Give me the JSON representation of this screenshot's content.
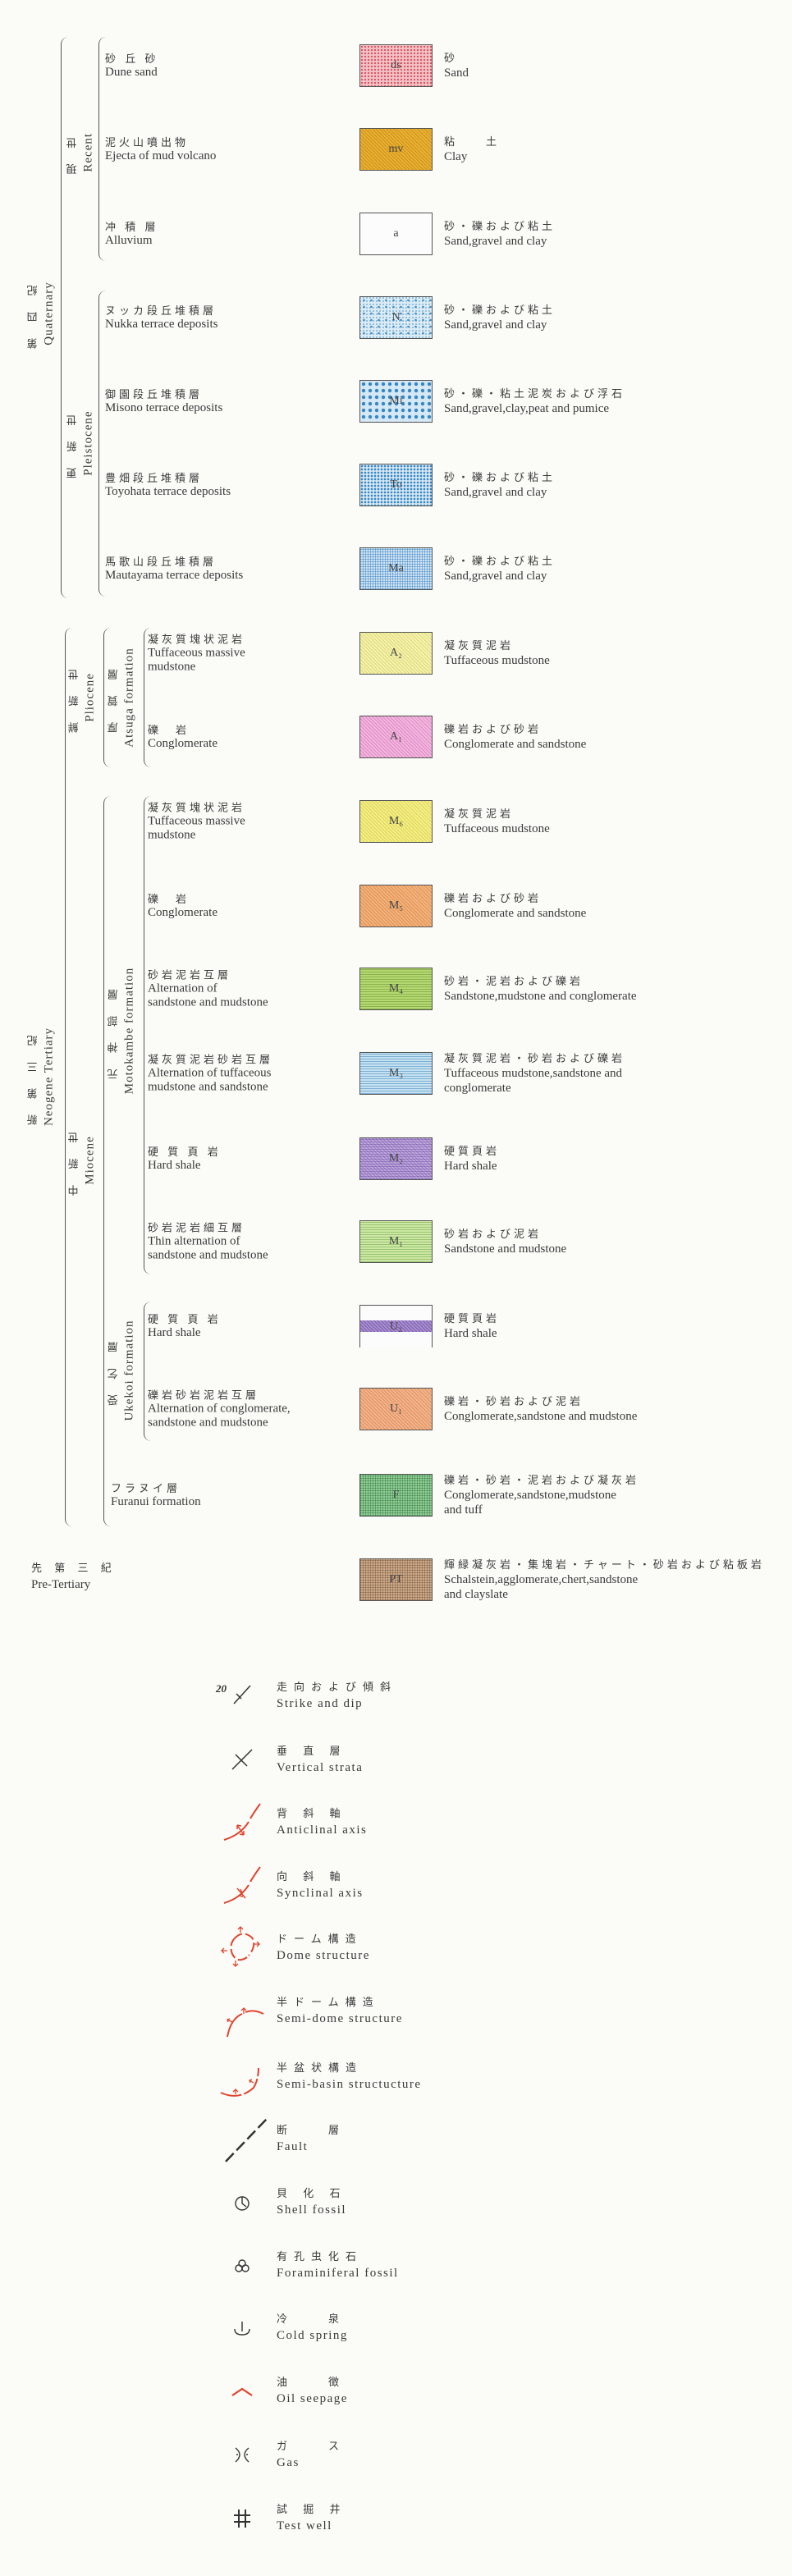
{
  "periods": {
    "quaternary": {
      "jp": "第 四 紀",
      "en": "Quaternary"
    },
    "recent": {
      "jp": "現 世",
      "en": "Recent"
    },
    "pleistocene": {
      "jp": "更 新 世",
      "en": "Pleistocene"
    },
    "neogene": {
      "jp": "新 第 三 紀",
      "en": "Neogene Tertiary"
    },
    "pliocene": {
      "jp": "鮮 新 世",
      "en": "Pliocene"
    },
    "atsuga": {
      "jp": "厚 賀 層",
      "en": "Atsuga formation"
    },
    "miocene": {
      "jp": "中 新 世",
      "en": "Miocene"
    },
    "motokambe": {
      "jp": "元 神 部 層",
      "en": "Motokambe formation"
    },
    "ukekoi": {
      "jp": "受 乞 層",
      "en": "Ukekoi formation"
    },
    "pretertiary": {
      "jp": "先 第 三 紀",
      "en": "Pre-Tertiary"
    }
  },
  "units": [
    {
      "symbol": "ds",
      "jp": "砂 丘 砂",
      "en": [
        "Dune sand"
      ],
      "lith_jp": "砂",
      "lith_en": [
        "Sand"
      ],
      "color": "#f3c0c6"
    },
    {
      "symbol": "mv",
      "jp": "泥火山噴出物",
      "en": [
        "Ejecta of mud volcano"
      ],
      "lith_jp": "粘　　土",
      "lith_en": [
        "Clay"
      ],
      "color": "#e9b030"
    },
    {
      "symbol": "a",
      "jp": "冲 積 層",
      "en": [
        "Alluvium"
      ],
      "lith_jp": "砂・礫および粘土",
      "lith_en": [
        "Sand,gravel and clay"
      ],
      "color": "#fdfcfc"
    },
    {
      "symbol": "N",
      "jp": "ヌッカ段丘堆積層",
      "en": [
        "Nukka terrace deposits"
      ],
      "lith_jp": "砂・礫および粘土",
      "lith_en": [
        "Sand,gravel and clay"
      ],
      "color": "#dcecf6"
    },
    {
      "symbol": "Mi",
      "jp": "御園段丘堆積層",
      "en": [
        "Misono terrace deposits"
      ],
      "lith_jp": "砂・礫・粘土泥炭および浮石",
      "lith_en": [
        "Sand,gravel,clay,peat and pumice"
      ],
      "color": "#d4e8f5"
    },
    {
      "symbol": "To",
      "jp": "豊畑段丘堆積層",
      "en": [
        "Toyohata terrace deposits"
      ],
      "lith_jp": "砂・礫および粘土",
      "lith_en": [
        "Sand,gravel and clay"
      ],
      "color": "#d8eaf6"
    },
    {
      "symbol": "Ma",
      "jp": "馬歌山段丘堆積層",
      "en": [
        "Mautayama terrace deposits"
      ],
      "lith_jp": "砂・礫および粘土",
      "lith_en": [
        "Sand,gravel and clay"
      ],
      "color": "#cfe4f4"
    },
    {
      "symbol": "A₂",
      "jp": "凝灰質塊状泥岩",
      "en": [
        "Tuffaceous massive",
        "mudstone"
      ],
      "lith_jp": "凝灰質泥岩",
      "lith_en": [
        "Tuffaceous mudstone"
      ],
      "color": "#f5f2ac"
    },
    {
      "symbol": "A₁",
      "jp": "礫　岩",
      "en": [
        "Conglomerate"
      ],
      "lith_jp": "礫岩および砂岩",
      "lith_en": [
        "Conglomerate and sandstone"
      ],
      "color": "#f2b6df"
    },
    {
      "symbol": "M₆",
      "jp": "凝灰質塊状泥岩",
      "en": [
        "Tuffaceous massive",
        "mudstone"
      ],
      "lith_jp": "凝灰質泥岩",
      "lith_en": [
        "Tuffaceous mudstone"
      ],
      "color": "#f4ee84"
    },
    {
      "symbol": "M₅",
      "jp": "礫　岩",
      "en": [
        "Conglomerate"
      ],
      "lith_jp": "礫岩および砂岩",
      "lith_en": [
        "Conglomerate and sandstone"
      ],
      "color": "#f2b27a"
    },
    {
      "symbol": "M₄",
      "jp": "砂岩泥岩互層",
      "en": [
        "Alternation of",
        "sandstone and mudstone"
      ],
      "lith_jp": "砂岩・泥岩および礫岩",
      "lith_en": [
        "Sandstone,mudstone and conglomerate"
      ],
      "color": "#b6d872"
    },
    {
      "symbol": "M₃",
      "jp": "凝灰質泥岩砂岩互層",
      "en": [
        "Alternation of tuffaceous",
        "mudstone and sandstone"
      ],
      "lith_jp": "凝灰質泥岩・砂岩および礫岩",
      "lith_en": [
        "Tuffaceous mudstone,sandstone and",
        "conglomerate"
      ],
      "color": "#c4e2f2"
    },
    {
      "symbol": "M₂",
      "jp": "硬 質 頁 岩",
      "en": [
        "Hard shale"
      ],
      "lith_jp": "硬質頁岩",
      "lith_en": [
        "Hard shale"
      ],
      "color": "#bea6dc"
    },
    {
      "symbol": "M₁",
      "jp": "砂岩泥岩細互層",
      "en": [
        "Thin alternation of",
        "sandstone and mudstone"
      ],
      "lith_jp": "砂岩および泥岩",
      "lith_en": [
        "Sandstone and mudstone"
      ],
      "color": "#cce8a4"
    },
    {
      "symbol": "U₂",
      "jp": "硬 質 頁 岩",
      "en": [
        "Hard shale"
      ],
      "lith_jp": "硬質頁岩",
      "lith_en": [
        "Hard shale"
      ],
      "color": "#fdfcfc",
      "band": "#a88ed0"
    },
    {
      "symbol": "U₁",
      "jp": "礫岩砂岩泥岩互層",
      "en": [
        "Alternation of conglomerate,",
        "sandstone and mudstone"
      ],
      "lith_jp": "礫岩・砂岩および泥岩",
      "lith_en": [
        "Conglomerate,sandstone and mudstone"
      ],
      "color": "#f2b48a"
    },
    {
      "symbol": "F",
      "jp": "フラヌイ層",
      "en": [
        "Furanui formation"
      ],
      "lith_jp": "礫岩・砂岩・泥岩および凝灰岩",
      "lith_en": [
        "Conglomerate,sandstone,mudstone",
        "and tuff"
      ],
      "color": "#92cc96"
    },
    {
      "symbol": "PT",
      "jp": "",
      "en": [],
      "lith_jp": "輝緑凝灰岩・集塊岩・チャート・砂岩および粘板岩",
      "lith_en": [
        "Schalstein,agglomerate,chert,sandstone",
        "and clayslate"
      ],
      "color": "#cbab8c"
    }
  ],
  "symbols": [
    {
      "icon": "strike-dip-icon",
      "label": "20",
      "jp": "走向および傾斜",
      "en": "Strike and dip"
    },
    {
      "icon": "vertical-strata-icon",
      "jp": "垂 直 層",
      "en": "Vertical strata"
    },
    {
      "icon": "anticlinal-axis-icon",
      "jp": "背 斜 軸",
      "en": "Anticlinal axis"
    },
    {
      "icon": "synclinal-axis-icon",
      "jp": "向 斜 軸",
      "en": "Synclinal axis"
    },
    {
      "icon": "dome-structure-icon",
      "jp": "ドーム構造",
      "en": "Dome structure"
    },
    {
      "icon": "semi-dome-structure-icon",
      "jp": "半ドーム構造",
      "en": "Semi-dome structure"
    },
    {
      "icon": "semi-basin-structure-icon",
      "jp": "半盆状構造",
      "en": "Semi-basin structucture"
    },
    {
      "icon": "fault-icon",
      "jp": "断　　層",
      "en": "Fault"
    },
    {
      "icon": "shell-fossil-icon",
      "jp": "貝 化 石",
      "en": "Shell fossil"
    },
    {
      "icon": "foraminiferal-fossil-icon",
      "jp": "有孔虫化石",
      "en": "Foraminiferal fossil"
    },
    {
      "icon": "cold-spring-icon",
      "jp": "冷　　泉",
      "en": "Cold spring"
    },
    {
      "icon": "oil-seepage-icon",
      "jp": "油　　徴",
      "en": "Oil seepage"
    },
    {
      "icon": "gas-icon",
      "jp": "ガ　　ス",
      "en": "Gas"
    },
    {
      "icon": "test-well-icon",
      "jp": "試 掘 井",
      "en": "Test well"
    }
  ],
  "colors": {
    "ink": "#3a3a3a",
    "structure_red": "#e0442e"
  }
}
